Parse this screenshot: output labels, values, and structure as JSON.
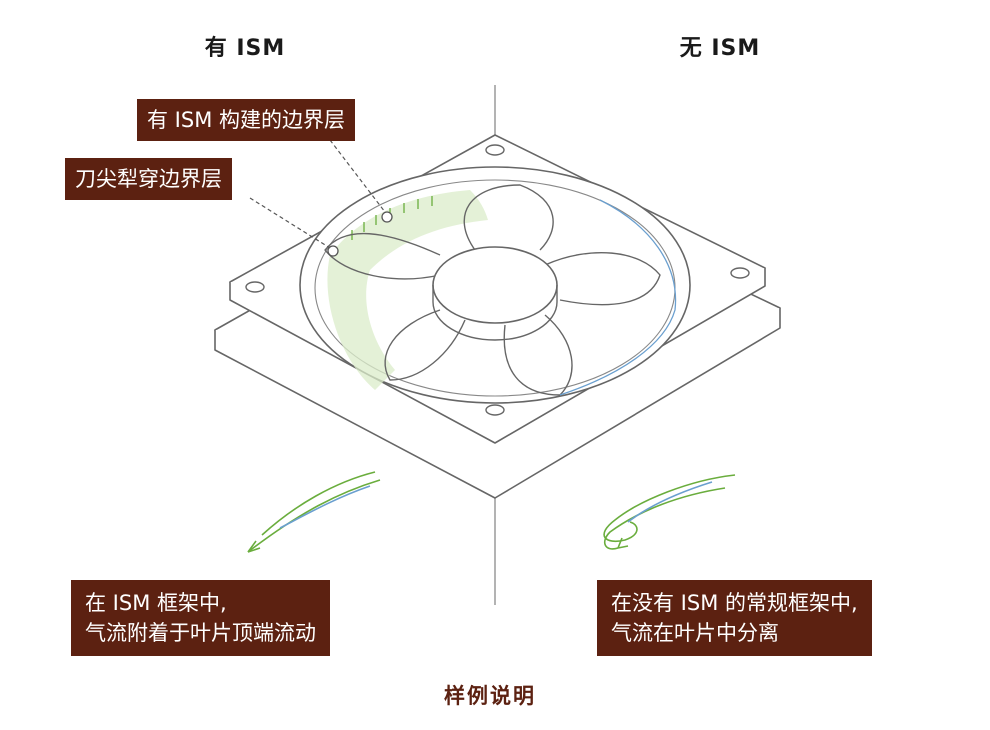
{
  "headings": {
    "with_ism": "有 ISM",
    "without_ism": "无 ISM"
  },
  "callouts": {
    "boundary_layer": "有 ISM 构建的边界层",
    "tip_pierce": "刀尖犁穿边界层"
  },
  "notes": {
    "left_line1": "在 ISM 框架中,",
    "left_line2": "气流附着于叶片顶端流动",
    "right_line1": "在没有 ISM 的常规框架中,",
    "right_line2": "气流在叶片中分离"
  },
  "caption": "样例说明",
  "colors": {
    "label_bg": "#5c2111",
    "label_text": "#ffffff",
    "line_art": "#666666",
    "airflow_green": "#6aad3d",
    "airflow_blue": "#6a9fcf",
    "heading_text": "#1a1a1a"
  }
}
